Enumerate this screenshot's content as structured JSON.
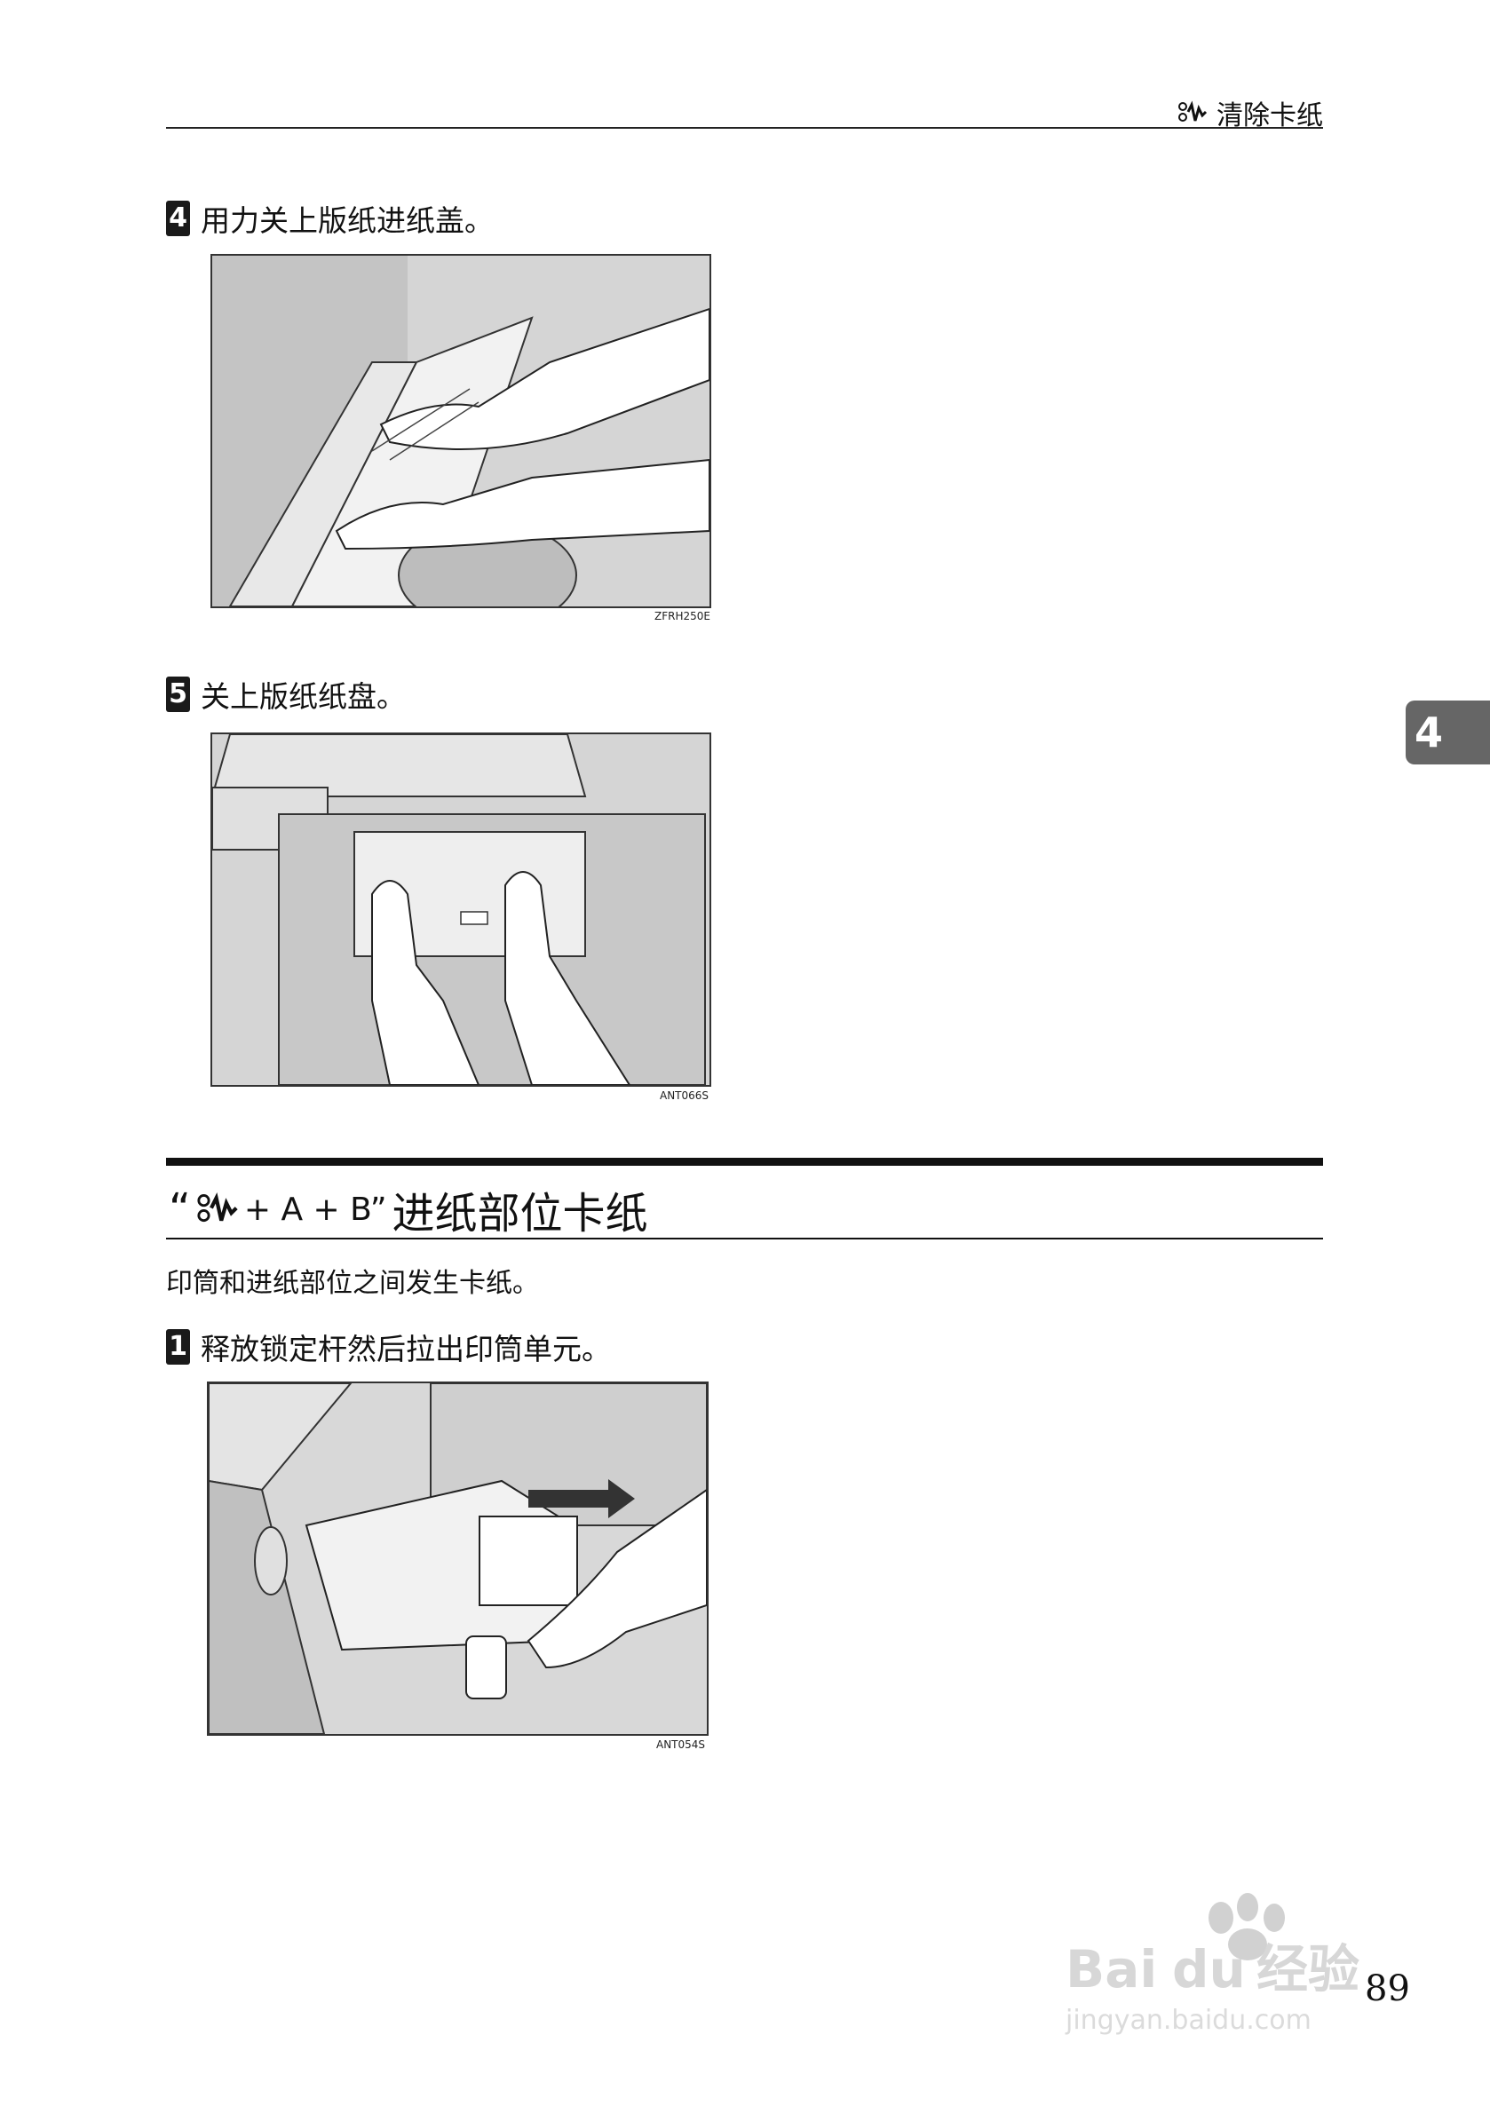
{
  "header": {
    "title": "清除卡纸",
    "icon": "paper-jam-icon"
  },
  "steps": [
    {
      "number": "4",
      "text": "用力关上版纸进纸盖。",
      "figure_code": "ZFRH250E"
    },
    {
      "number": "5",
      "text": "关上版纸纸盘。",
      "figure_code": "ANT066S"
    },
    {
      "number": "1",
      "text": "释放锁定杆然后拉出印筒单元。",
      "figure_code": "ANT054S"
    }
  ],
  "side_tab": {
    "label": "4"
  },
  "section": {
    "title_prefix": "“",
    "title_formula": "+ A + B”",
    "title_rest": "进纸部位卡纸",
    "description": "印筒和进纸部位之间发生卡纸。"
  },
  "page_number": "89",
  "watermark": {
    "text_main": "Bai du 经验",
    "text_url": "jingyan.baidu.com"
  }
}
